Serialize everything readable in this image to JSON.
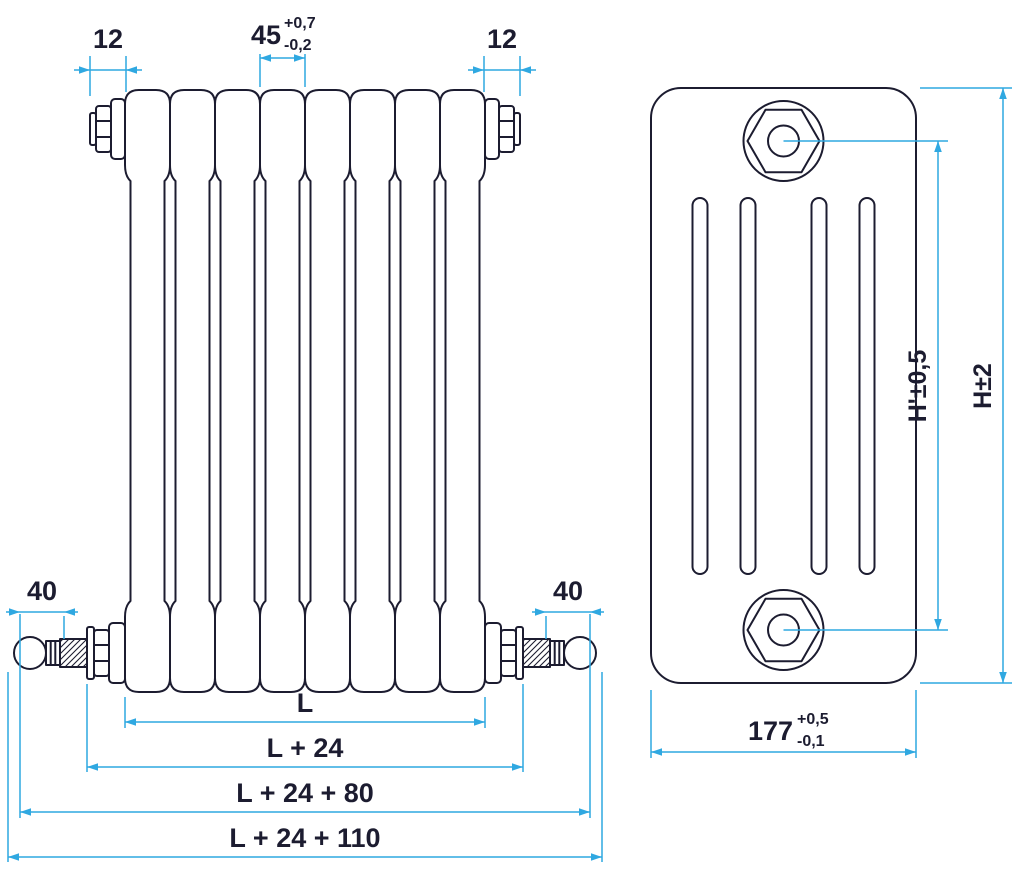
{
  "colors": {
    "background": "#ffffff",
    "line": "#1c1c30",
    "dimension": "#2fa8e1"
  },
  "front_view": {
    "dim_offset_left": "12",
    "dim_offset_right": "12",
    "pitch_value": "45",
    "pitch_tol_plus": "+0,7",
    "pitch_tol_minus": "-0,2",
    "tail_left": "40",
    "tail_right": "40",
    "length": "L",
    "length_plus_24": "L + 24",
    "length_plus_24_80": "L + 24 + 80",
    "length_plus_24_110": "L + 24 + 110"
  },
  "side_view": {
    "height_inner": "H'±0,5",
    "height_overall": "H±2",
    "depth_value": "177",
    "depth_tol_plus": "+0,5",
    "depth_tol_minus": "-0,1"
  }
}
